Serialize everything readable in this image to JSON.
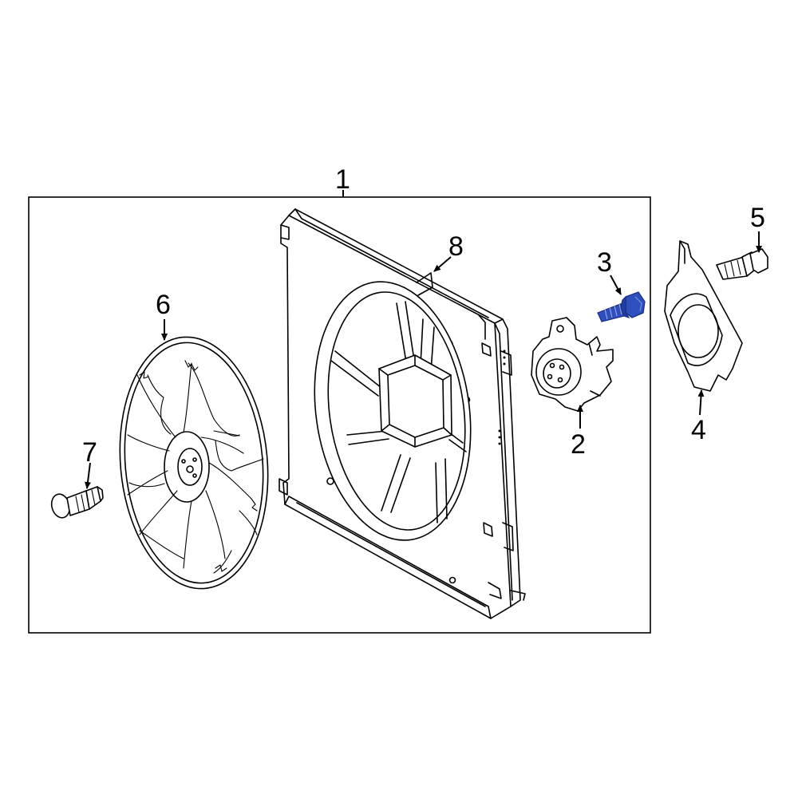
{
  "callouts": {
    "c1": "1",
    "c2": "2",
    "c3": "3",
    "c4": "4",
    "c5": "5",
    "c6": "6",
    "c7": "7",
    "c8": "8"
  },
  "colors": {
    "highlight_part": "#2f4fbf",
    "highlight_part_dark": "#1a2f80",
    "line": "#000000",
    "background": "#ffffff"
  }
}
